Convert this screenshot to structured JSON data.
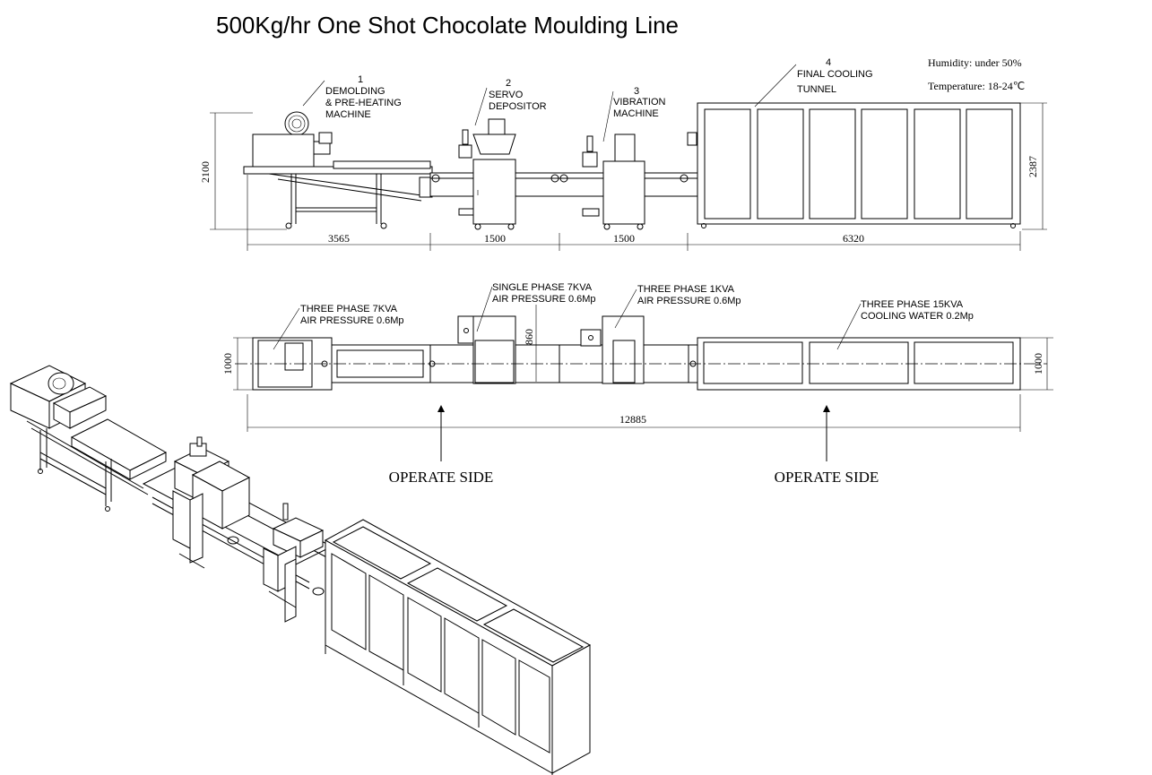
{
  "title": "500Kg/hr One Shot Chocolate Moulding Line",
  "environment": {
    "humidity": "Humidity: under 50%",
    "temperature": "Temperature: 18-24℃"
  },
  "machines": [
    {
      "num": "1",
      "lines": [
        "DEMOLDING",
        "& PRE-HEATING",
        "MACHINE"
      ]
    },
    {
      "num": "2",
      "lines": [
        "SERVO",
        "DEPOSITOR"
      ]
    },
    {
      "num": "3",
      "lines": [
        "VIBRATION",
        "MACHINE"
      ]
    },
    {
      "num": "4",
      "lines": [
        "FINAL COOLING",
        "TUNNEL"
      ]
    }
  ],
  "dimensions": {
    "height_left": "2100",
    "height_right": "2387",
    "seg1": "3565",
    "seg2": "1500",
    "seg3": "1500",
    "seg4": "6320",
    "width_left": "1000",
    "width_right": "1000",
    "depositor_depth": "860",
    "total_length": "12885"
  },
  "power": [
    {
      "lines": [
        "THREE PHASE   7KVA",
        "AIR PRESSURE    0.6Mp"
      ]
    },
    {
      "lines": [
        "SINGLE PHASE   7KVA",
        "AIR PRESSURE    0.6Mp"
      ]
    },
    {
      "lines": [
        "THREE PHASE   1KVA",
        "AIR PRESSURE    0.6Mp"
      ]
    },
    {
      "lines": [
        "THREE PHASE   15KVA",
        "COOLING WATER   0.2Mp"
      ]
    }
  ],
  "operate_side": [
    "OPERATE SIDE",
    "OPERATE SIDE"
  ]
}
